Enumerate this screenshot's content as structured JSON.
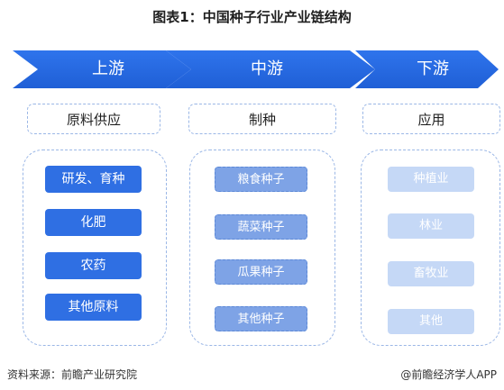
{
  "title": "图表1：中国种子行业产业链结构",
  "stages": [
    {
      "label": "上游",
      "category": "原料供应",
      "items": [
        "研发、育种",
        "化肥",
        "农药",
        "其他原料"
      ]
    },
    {
      "label": "中游",
      "category": "制种",
      "items": [
        "粮食种子",
        "蔬菜种子",
        "瓜果种子",
        "其他种子"
      ]
    },
    {
      "label": "下游",
      "category": "应用",
      "items": [
        "种植业",
        "林业",
        "畜牧业",
        "其他"
      ]
    }
  ],
  "footer": {
    "source": "资料来源：前瞻产业研究院",
    "brand": "@前瞻经济学人APP"
  },
  "colors": {
    "arrow_blue": "#2f6fe3",
    "upstream_button": "#2f6fe3",
    "midstream_button": "#7ea3e6",
    "downstream_button": "#c5d8f6",
    "dashed_border": "#9bb7e6"
  }
}
